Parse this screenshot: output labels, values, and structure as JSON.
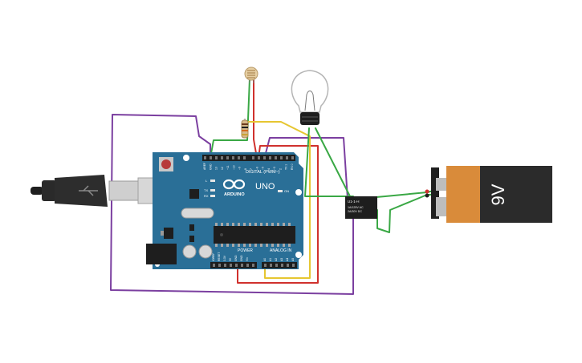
{
  "arduino": {
    "digital_label": "DIGITAL (PWM~)",
    "brand_label": "ARDUINO",
    "model_label": "UNO",
    "power_label": "POWER",
    "analog_label": "ANALOG IN",
    "led_l": "L",
    "led_tx": "TX",
    "led_rx": "RX",
    "on_label": "ON",
    "digital_pins": [
      "AREF",
      "GND",
      "13",
      "12",
      "~11",
      "~10",
      "~9",
      "8",
      "7",
      "~6",
      "~5",
      "4",
      "~3",
      "2",
      "TX 1",
      "RX 0"
    ],
    "power_pins": [
      "IOREF",
      "RESET",
      "3.3V",
      "5V",
      "GND",
      "GND",
      "Vin"
    ],
    "analog_pins": [
      "A0",
      "A1",
      "A2",
      "A3",
      "A4",
      "A5"
    ]
  },
  "relay": {
    "label": "U1-1-H",
    "spec_line1": "1A/125V AC",
    "spec_line2": "2A/30V DC"
  },
  "battery": {
    "label": "9V"
  },
  "colors": {
    "board": "#2a6f97",
    "wire_purple": "#7b3fa0",
    "wire_green": "#3aa845",
    "wire_red": "#d0312d",
    "wire_yellow": "#e6c631",
    "battery_orange": "#d98b3a",
    "battery_body": "#2b2b2b"
  }
}
